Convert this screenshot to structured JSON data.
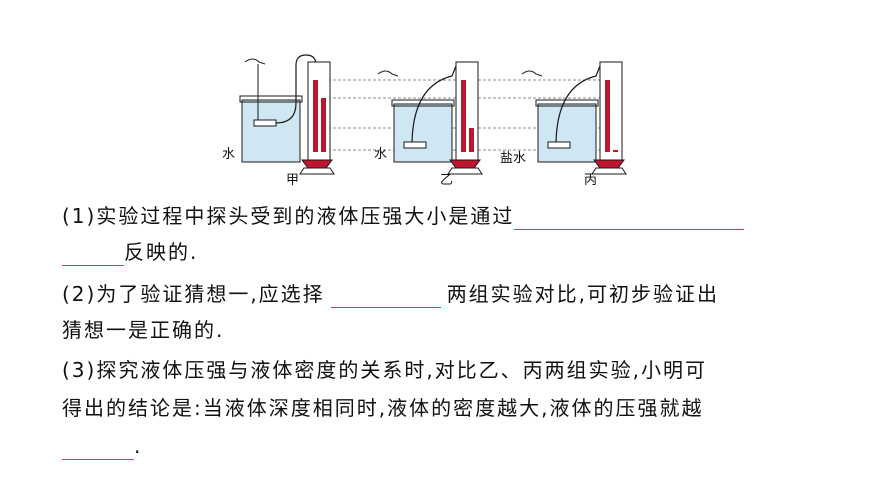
{
  "figure": {
    "labels": {
      "jia": "甲",
      "yi": "乙",
      "bing": "丙",
      "water1": "水",
      "water2": "水",
      "salt_water": "盐水"
    },
    "colors": {
      "water": "#cfe6f3",
      "manometer_liquid": "#c0152f",
      "line": "#1a1a1a"
    }
  },
  "questions": {
    "q1_part1": "(1)实验过程中探头受到的液体压强大小是通过",
    "q1_part2": "反映的.",
    "q2_part1": "(2)为了验证猜想一,应选择",
    "q2_part2": "两组实验对比,可初步验证出",
    "q2_part3": "猜想一是正确的.",
    "q3_part1": "(3)探究液体压强与液体密度的关系时,对比乙、丙两组实验,小明可",
    "q3_part2": "得出的结论是:当液体深度相同时,液体的密度越大,液体的压强就越",
    "q3_part3": "."
  }
}
